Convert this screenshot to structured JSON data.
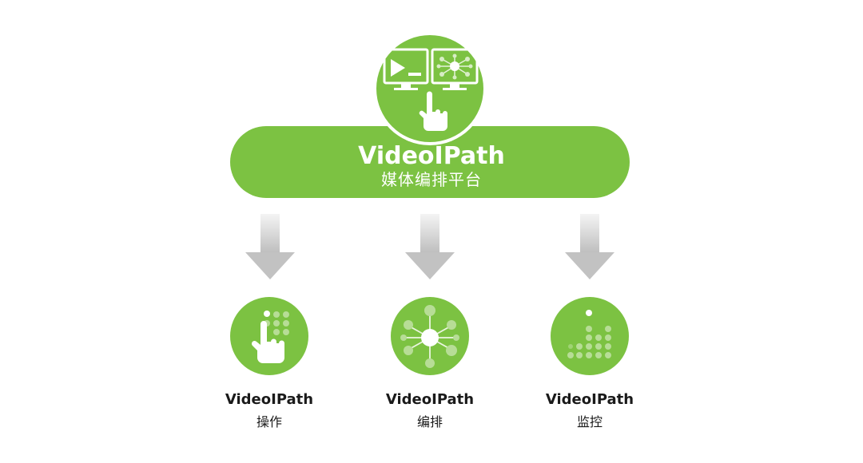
{
  "platform": {
    "title": "VideoIPath",
    "subtitle": "媒体编排平台",
    "icon": "monitors-touch-icon"
  },
  "modules": [
    {
      "title": "VideoIPath",
      "subtitle": "操作",
      "icon": "touch-grid-icon"
    },
    {
      "title": "VideoIPath",
      "subtitle": "编排",
      "icon": "network-hub-icon"
    },
    {
      "title": "VideoIPath",
      "subtitle": "监控",
      "icon": "dot-bars-icon"
    }
  ],
  "colors": {
    "accent": "#7cc242",
    "dot_light": "#b7dd96",
    "arrow": "#c9c9c9",
    "text": "#1a1a1a"
  }
}
